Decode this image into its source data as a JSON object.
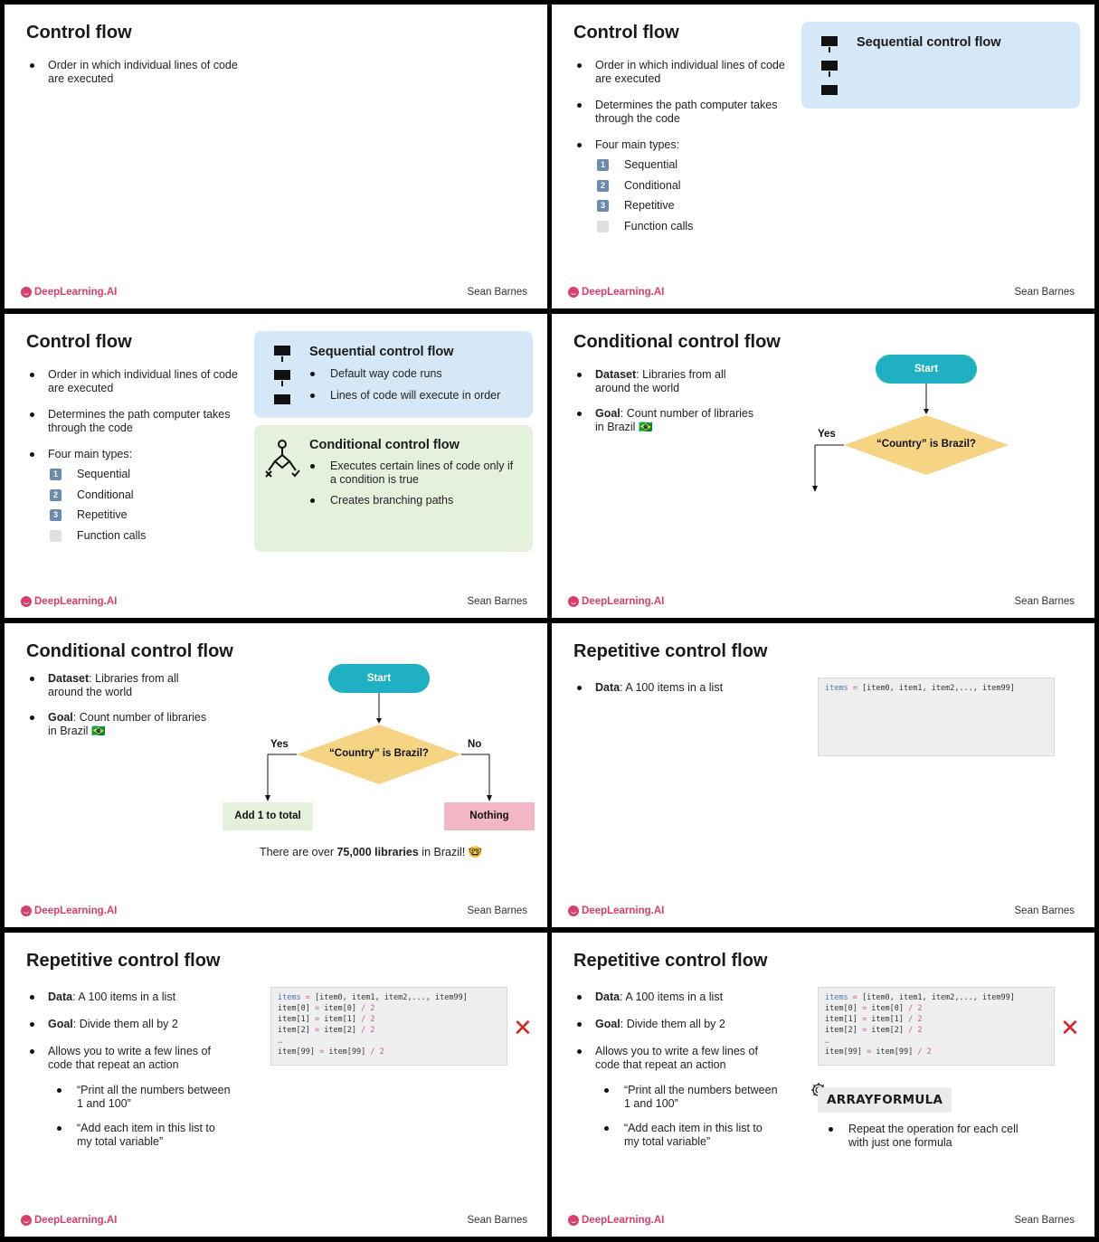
{
  "footer": {
    "brand": "DeepLearning.AI",
    "author": "Sean Barnes"
  },
  "control_flow": {
    "title": "Control flow",
    "b1": "Order in which individual lines of code are executed",
    "b2": "Determines the path computer takes through the code",
    "b3": "Four main types:",
    "types": [
      {
        "num": "1",
        "label": "Sequential"
      },
      {
        "num": "2",
        "label": "Conditional"
      },
      {
        "num": "3",
        "label": "Repetitive"
      },
      {
        "num": "",
        "label": "Function calls"
      }
    ]
  },
  "sequential": {
    "title": "Sequential control flow",
    "p1": "Default way code runs",
    "p2": "Lines of code will execute in order"
  },
  "conditional": {
    "panel_title": "Conditional control flow",
    "p1": "Executes certain lines of code only if a condition is true",
    "p2": "Creates branching paths",
    "title": "Conditional control flow",
    "dataset_label": "Dataset",
    "dataset_text": ": Libraries from all around the world",
    "goal_label": "Goal",
    "goal_text": ": Count number of libraries in Brazil",
    "flag": "🇧🇷",
    "start": "Start",
    "decision": "“Country” is Brazil?",
    "yes": "Yes",
    "no": "No",
    "yes_box": "Add 1 to total",
    "no_box": "Nothing",
    "result_pre": "There are over ",
    "result_bold": "75,000 libraries",
    "result_post": " in Brazil!",
    "result_emoji": "🤓"
  },
  "repetitive": {
    "title": "Repetitive control flow",
    "data_label": "Data",
    "data_text": ": A 100 items in a list",
    "goal_label": "Goal",
    "goal_text": ": Divide them all by 2",
    "b3": "Allows you to write a few lines of code that repeat an action",
    "s1": "“Print all the numbers between 1 and 100”",
    "s2": "“Add each item in this list to my total variable”",
    "code_line0_a": "items",
    "code_line0_b": "=",
    "code_line0_c": "[item0, item1, item2,..., item99]",
    "code_rows": [
      {
        "a": "item[0]",
        "b": "item[0]"
      },
      {
        "a": "item[1]",
        "b": "item[1]"
      },
      {
        "a": "item[2]",
        "b": "item[2]"
      }
    ],
    "code_ellipsis": "…",
    "code_last_a": "item[99]",
    "code_last_b": "item[99]",
    "code_div": "/ 2",
    "code_eq": "=",
    "xmark": "✕",
    "arrayformula": "ARRAYFORMULA",
    "af_text": "Repeat the operation for each cell with just one formula"
  }
}
